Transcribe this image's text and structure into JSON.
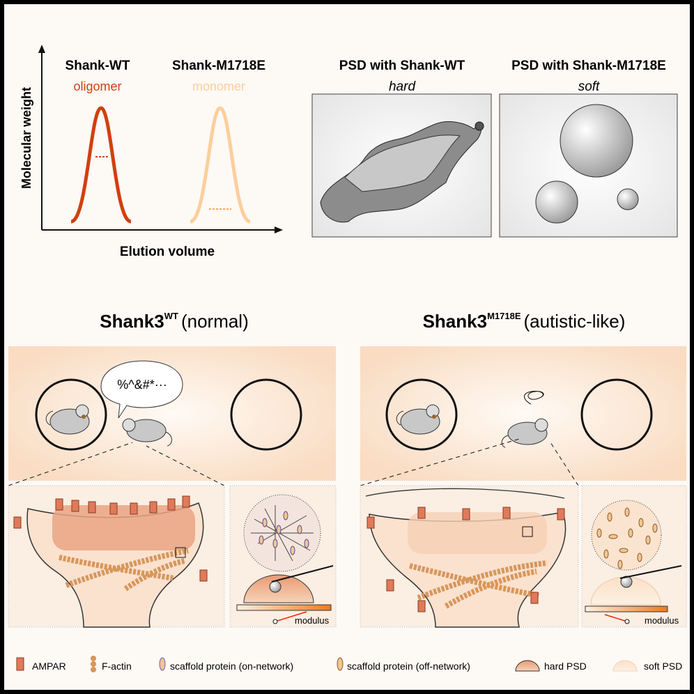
{
  "chart": {
    "ylabel": "Molecular weight",
    "xlabel": "Elution volume",
    "series": [
      {
        "name": "Shank-WT",
        "state": "oligomer",
        "color": "#d0400f"
      },
      {
        "name": "Shank-M1718E",
        "state": "monomer",
        "color": "#fbcf9c"
      }
    ]
  },
  "psd": [
    {
      "title": "PSD with Shank-WT",
      "property": "hard"
    },
    {
      "title": "PSD with Shank-M1718E",
      "property": "soft"
    }
  ],
  "conditions": [
    {
      "name": "Shank3",
      "sup": "WT",
      "desc": "(normal)",
      "speech": "%^&#*···",
      "modulus_label": "modulus"
    },
    {
      "name": "Shank3",
      "sup": "M1718E",
      "desc": "(autistic-like)",
      "modulus_label": "modulus"
    }
  ],
  "legend": [
    {
      "label": "AMPAR"
    },
    {
      "label": "F-actin"
    },
    {
      "label": "scaffold protein (on-network)"
    },
    {
      "label": "scaffold protein (off-network)"
    },
    {
      "label": "hard PSD"
    },
    {
      "label": "soft PSD"
    }
  ],
  "colors": {
    "background": "#fdf9f5",
    "panel": "#fbe6d3",
    "wt": "#d0400f",
    "mutant": "#fbcf9c",
    "actin": "#d9965a"
  }
}
